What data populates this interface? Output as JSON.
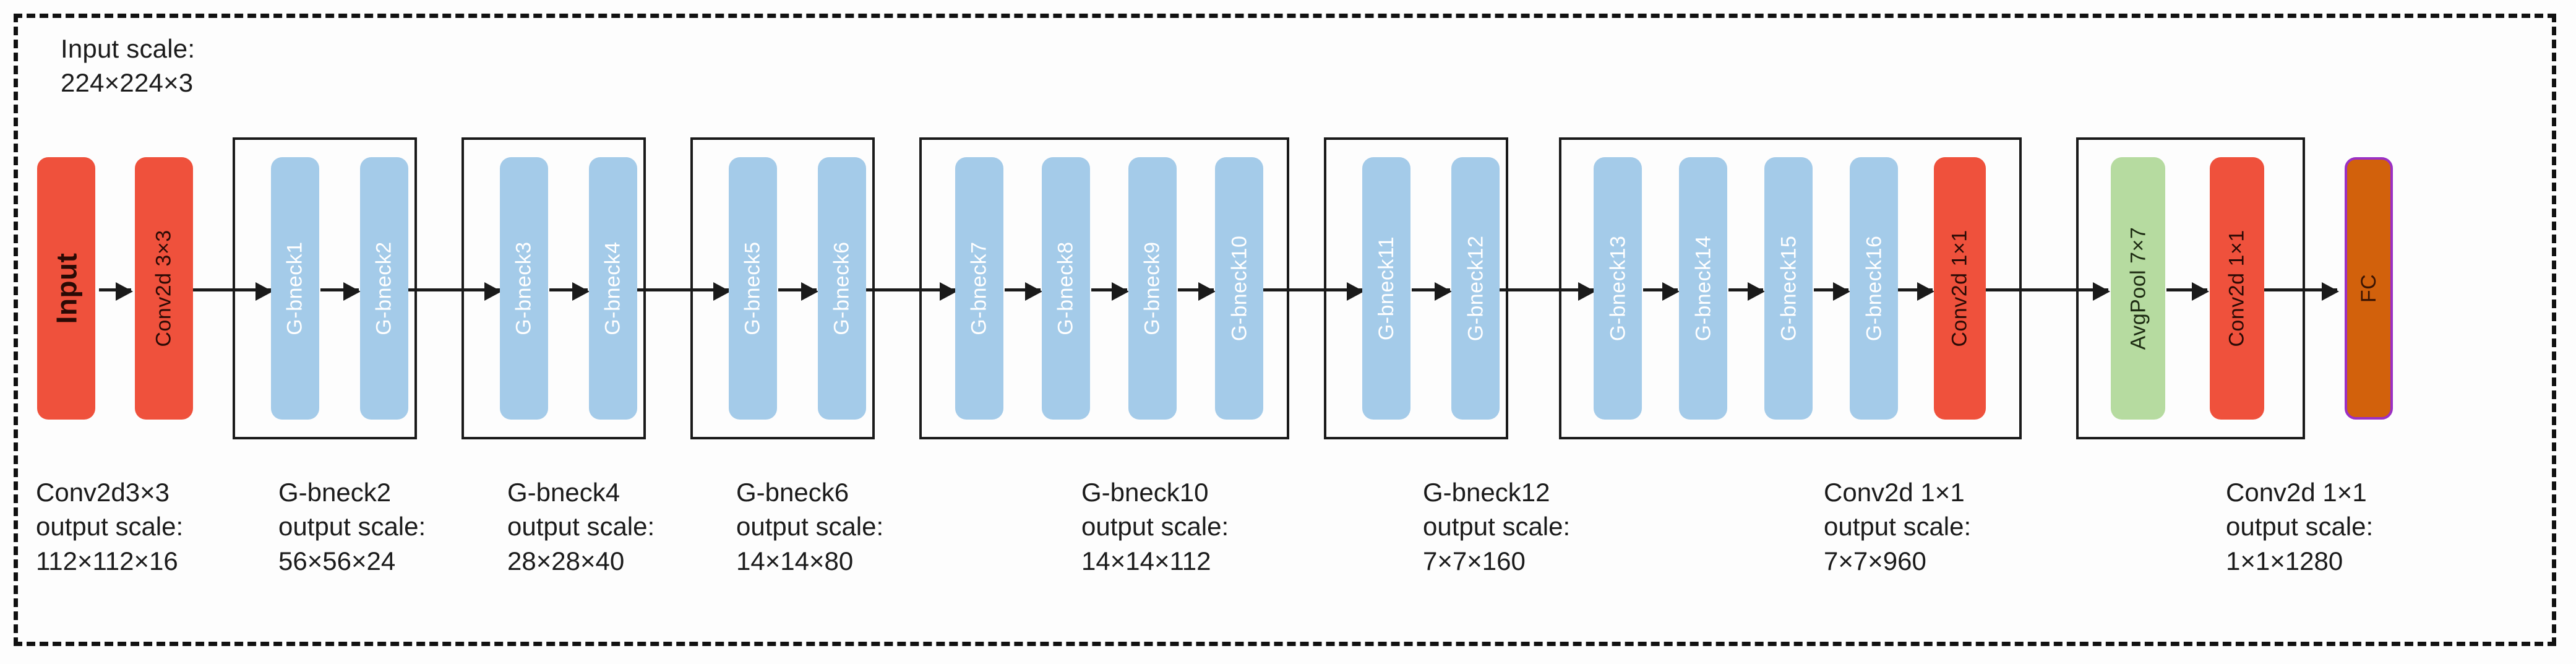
{
  "diagram": {
    "title_caption": {
      "line1": "Input scale:",
      "line2": "224×224×3"
    },
    "colors": {
      "red": "#EF513C",
      "blue": "#A4CBE9",
      "green": "#B6DBA0",
      "brown": "#D2610C",
      "fc_border": "#9B30C4",
      "outline": "#1a1a1a",
      "background": "#ffffff"
    },
    "blocks": [
      {
        "id": "input",
        "label": "Input",
        "color": "red"
      },
      {
        "id": "conv1",
        "label": "Conv2d 3×3",
        "color": "red"
      },
      {
        "id": "gb1",
        "label": "G-bneck1",
        "color": "blue"
      },
      {
        "id": "gb2",
        "label": "G-bneck2",
        "color": "blue"
      },
      {
        "id": "gb3",
        "label": "G-bneck3",
        "color": "blue"
      },
      {
        "id": "gb4",
        "label": "G-bneck4",
        "color": "blue"
      },
      {
        "id": "gb5",
        "label": "G-bneck5",
        "color": "blue"
      },
      {
        "id": "gb6",
        "label": "G-bneck6",
        "color": "blue"
      },
      {
        "id": "gb7",
        "label": "G-bneck7",
        "color": "blue"
      },
      {
        "id": "gb8",
        "label": "G-bneck8",
        "color": "blue"
      },
      {
        "id": "gb9",
        "label": "G-bneck9",
        "color": "blue"
      },
      {
        "id": "gb10",
        "label": "G-bneck10",
        "color": "blue"
      },
      {
        "id": "gb11",
        "label": "G-bneck11",
        "color": "blue"
      },
      {
        "id": "gb12",
        "label": "G-bneck12",
        "color": "blue"
      },
      {
        "id": "gb13",
        "label": "G-bneck13",
        "color": "blue"
      },
      {
        "id": "gb14",
        "label": "G-bneck14",
        "color": "blue"
      },
      {
        "id": "gb15",
        "label": "G-bneck15",
        "color": "blue"
      },
      {
        "id": "gb16",
        "label": "G-bneck16",
        "color": "blue"
      },
      {
        "id": "conv2",
        "label": "Conv2d 1×1",
        "color": "red"
      },
      {
        "id": "avgpool",
        "label": "AvgPool 7×7",
        "color": "green"
      },
      {
        "id": "conv3",
        "label": "Conv2d 1×1",
        "color": "red"
      },
      {
        "id": "fc",
        "label": "FC",
        "color": "brown"
      }
    ],
    "stage_captions": [
      {
        "name": "Conv2d3×3",
        "scale_label": "output scale:",
        "scale": "112×112×16"
      },
      {
        "name": "G-bneck2",
        "scale_label": "output scale:",
        "scale": "56×56×24"
      },
      {
        "name": "G-bneck4",
        "scale_label": "output scale:",
        "scale": "28×28×40"
      },
      {
        "name": "G-bneck6",
        "scale_label": "output scale:",
        "scale": "14×14×80"
      },
      {
        "name": "G-bneck10",
        "scale_label": "output scale:",
        "scale": "14×14×112"
      },
      {
        "name": "G-bneck12",
        "scale_label": "output scale:",
        "scale": "7×7×160"
      },
      {
        "name": "Conv2d 1×1",
        "scale_label": "output scale:",
        "scale": "7×7×960"
      },
      {
        "name": "Conv2d 1×1",
        "scale_label": "output scale:",
        "scale": "1×1×1280"
      }
    ]
  }
}
